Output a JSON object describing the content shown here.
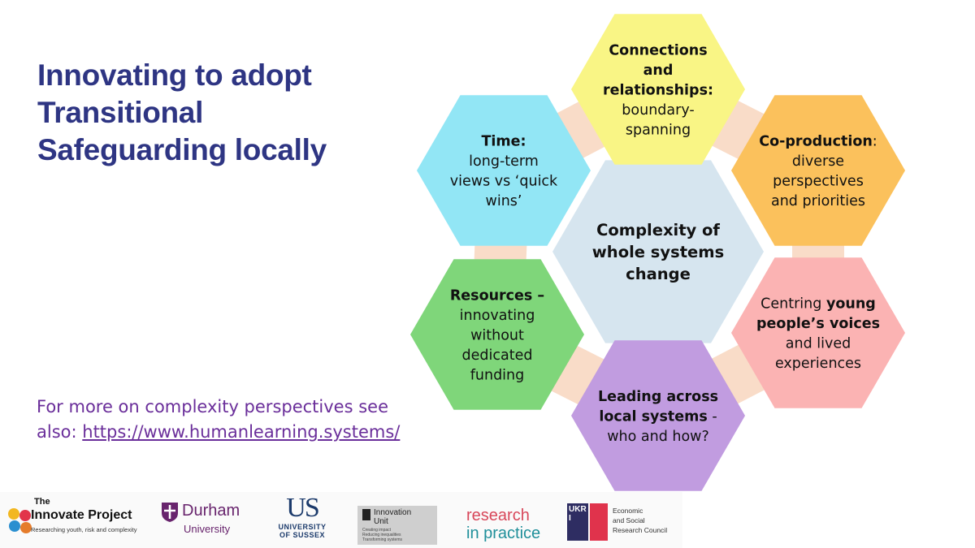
{
  "slide": {
    "title": "Innovating to adopt Transitional Safeguarding locally",
    "more_prefix": "For more on complexity perspectives see also:",
    "more_link": "https://www.humanlearning.systems/"
  },
  "colors": {
    "title": "#2e3583",
    "link": "#6a2e9a",
    "connector": "#f9dcc8"
  },
  "hexagons": [
    {
      "id": "center",
      "color": "#d6e5ef",
      "lines": [
        [
          {
            "t": "Complexity of",
            "b": true
          }
        ],
        [
          {
            "t": "whole systems",
            "b": true
          }
        ],
        [
          {
            "t": "change",
            "b": true
          }
        ]
      ]
    },
    {
      "id": "connections",
      "color": "#f9f585",
      "lines": [
        [
          {
            "t": "Connections",
            "b": true
          }
        ],
        [
          {
            "t": "and",
            "b": true
          }
        ],
        [
          {
            "t": "relationships:",
            "b": true
          }
        ],
        [
          {
            "t": "boundary-",
            "b": false
          }
        ],
        [
          {
            "t": "spanning",
            "b": false
          }
        ]
      ]
    },
    {
      "id": "coproduction",
      "color": "#fbc15c",
      "lines": [
        [
          {
            "t": "Co-production",
            "b": true
          },
          {
            "t": ":",
            "b": false
          }
        ],
        [
          {
            "t": "diverse",
            "b": false
          }
        ],
        [
          {
            "t": "perspectives",
            "b": false
          }
        ],
        [
          {
            "t": "and priorities",
            "b": false
          }
        ]
      ]
    },
    {
      "id": "young-people",
      "color": "#fbb3b3",
      "lines": [
        [
          {
            "t": "Centring ",
            "b": false
          },
          {
            "t": "young",
            "b": true
          }
        ],
        [
          {
            "t": "people’s voices",
            "b": true
          }
        ],
        [
          {
            "t": "and lived",
            "b": false
          }
        ],
        [
          {
            "t": "experiences",
            "b": false
          }
        ]
      ]
    },
    {
      "id": "leading",
      "color": "#c19ce0",
      "lines": [
        [
          {
            "t": "Leading across",
            "b": true
          }
        ],
        [
          {
            "t": "local systems",
            "b": true
          },
          {
            "t": "  -",
            "b": false
          }
        ],
        [
          {
            "t": "who and how?",
            "b": false
          }
        ]
      ]
    },
    {
      "id": "resources",
      "color": "#7fd67a",
      "lines": [
        [
          {
            "t": "Resources –",
            "b": true
          }
        ],
        [
          {
            "t": "innovating",
            "b": false
          }
        ],
        [
          {
            "t": "without",
            "b": false
          }
        ],
        [
          {
            "t": "dedicated",
            "b": false
          }
        ],
        [
          {
            "t": "funding",
            "b": false
          }
        ]
      ]
    },
    {
      "id": "time",
      "color": "#92e6f5",
      "lines": [
        [
          {
            "t": "Time:",
            "b": true
          }
        ],
        [
          {
            "t": "long-term",
            "b": false
          }
        ],
        [
          {
            "t": "views vs ‘quick",
            "b": false
          }
        ],
        [
          {
            "t": "wins’",
            "b": false
          }
        ]
      ]
    }
  ],
  "logos": {
    "innovate_the": "The",
    "innovate_name": "Innovate Project",
    "innovate_tag": "Researching youth, risk and complexity",
    "durham_name": "Durham",
    "durham_sub": "University",
    "sussex_mark": "US",
    "sussex_sub1": "UNIVERSITY",
    "sussex_sub2": "OF SUSSEX",
    "iu_name1": "Innovation",
    "iu_name2": "Unit",
    "iu_tag1": "Creating impact",
    "iu_tag2": "Reducing inequalities",
    "iu_tag3": "Transforming systems",
    "rip_1": "research",
    "rip_2": "in practice",
    "ukri_mark": "UKRI",
    "esrc_1": "Economic",
    "esrc_2": "and Social",
    "esrc_3": "Research Council"
  }
}
